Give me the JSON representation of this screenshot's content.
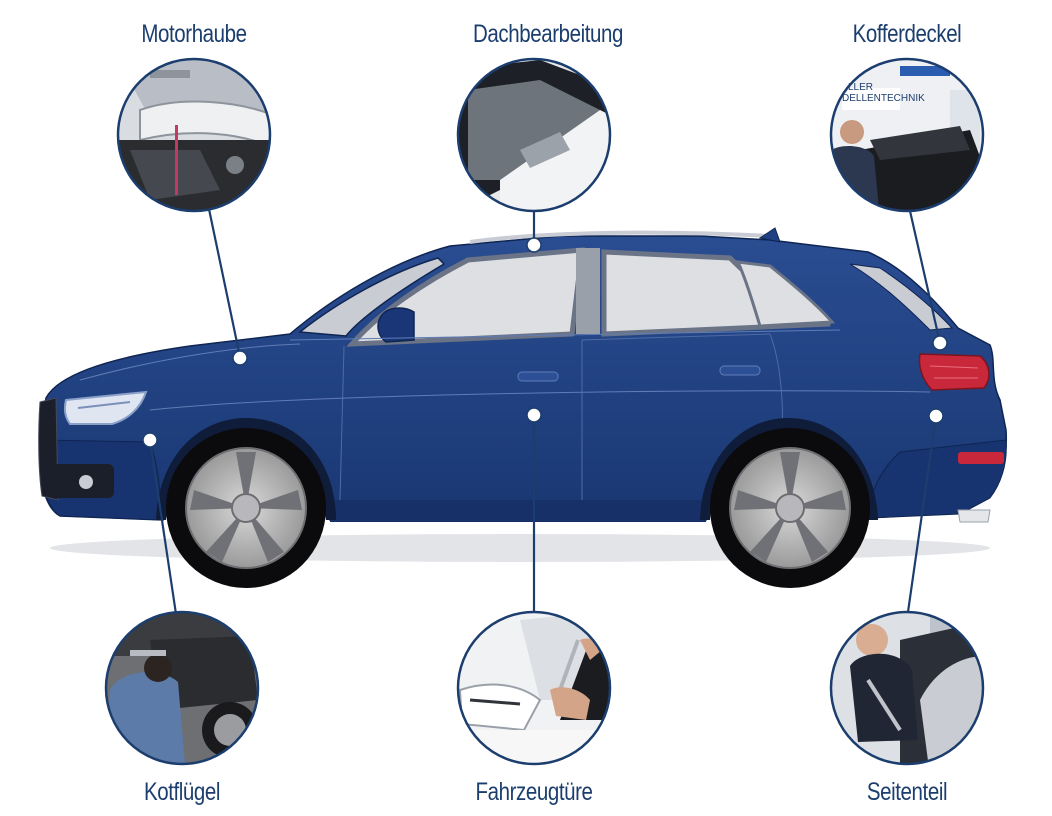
{
  "labels": {
    "motorhaube": "Motorhaube",
    "dachbearbeitung": "Dachbearbeitung",
    "kofferdeckel": "Kofferdeckel",
    "kotfluegel": "Kotflügel",
    "fahrzeugtuere": "Fahrzeugtüre",
    "seitenteil": "Seitenteil"
  },
  "photo_stamp": {
    "line1": "LLER",
    "line2": "DELLENTECHNIK"
  },
  "colors": {
    "car_body": "#1e3f82",
    "label_text": "#1c3e6e",
    "ring": "#1c3e6e",
    "taillight": "#c8283a"
  }
}
